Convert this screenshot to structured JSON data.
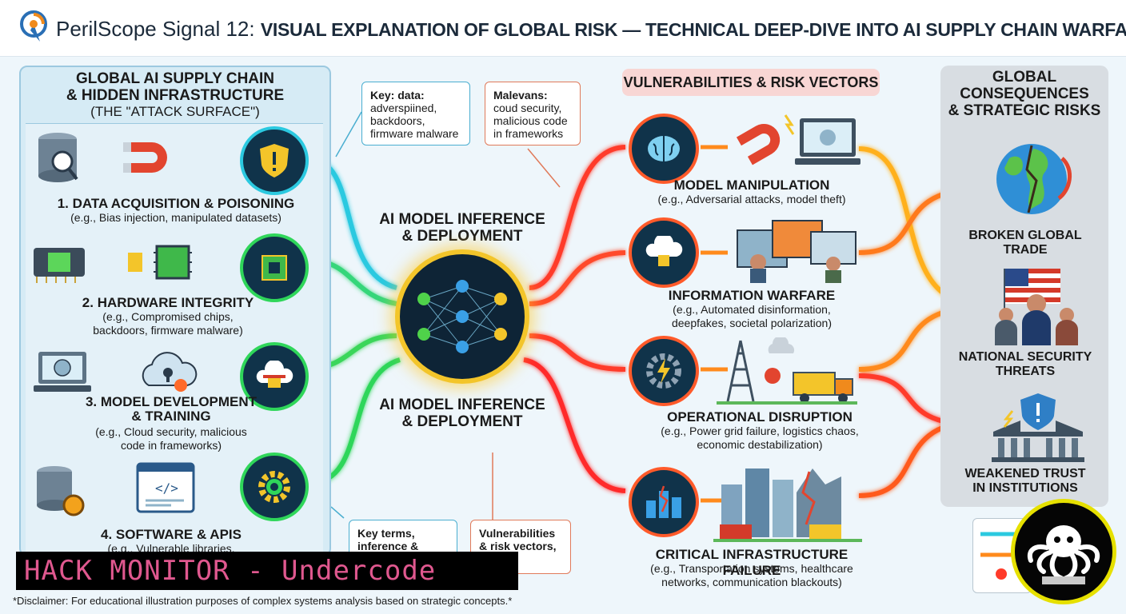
{
  "header": {
    "brand": "PerilScope",
    "title_rest": "Signal 12:",
    "title_bold": "VISUAL EXPLANATION OF GLOBAL RISK — TECHNICAL DEEP-DIVE INTO AI SUPPLY CHAIN WARFARE"
  },
  "left_panel": {
    "heading": "GLOBAL AI SUPPLY CHAIN\n& HIDDEN INFRASTRUCTURE",
    "subheading": "(THE \"ATTACK SURFACE\")",
    "stages": [
      {
        "title": "1. DATA ACQUISITION & POISONING",
        "example": "(e.g., Bias injection, manipulated datasets)"
      },
      {
        "title": "2. HARDWARE INTEGRITY",
        "example": "(e.g., Compromised chips,\nbackdoors, firmware malware)"
      },
      {
        "title": "3. MODEL DEVELOPMENT\n& TRAINING",
        "example": "(e.g., Cloud security, malicious\ncode in frameworks)"
      },
      {
        "title": "4. SOFTWARE & APIS",
        "example": "(e.g., Vulnerable libraries,"
      }
    ]
  },
  "callouts": {
    "key_data": {
      "title": "Key: data:",
      "body": "adverspiined,\nbackdoors,\nfirmware malware"
    },
    "malevans": {
      "title": "Malevans:",
      "body": "coud security,\nmalicious code\nin frameworks"
    },
    "key_terms": {
      "title": "Key terms,",
      "body": "inference &"
    },
    "vuln": {
      "title": "Vulnerabilities",
      "body": "& risk vectors,\names"
    }
  },
  "center": {
    "title_top": "AI MODEL INFERENCE\n& DEPLOYMENT",
    "title_bottom": "AI MODEL INFERENCE\n& DEPLOYMENT"
  },
  "vulnerabilities": {
    "heading": "VULNERABILITIES & RISK VECTORS",
    "items": [
      {
        "title": "MODEL MANIPULATION",
        "example": "(e.g., Adversarial attacks, model theft)"
      },
      {
        "title": "INFORMATION WARFARE",
        "example": "(e.g., Automated disinformation,\ndeepfakes, societal polarization)"
      },
      {
        "title": "OPERATIONAL DISRUPTION",
        "example": "(e.g., Power grid failure, logistics chaos,\neconomic destabilization)"
      },
      {
        "title": "CRITICAL INFRASTRUCTURE FAILURE",
        "example": "(e.g., Transportation systems, healthcare\nnetworks, communication blackouts)"
      }
    ]
  },
  "consequences": {
    "heading": "GLOBAL\nCONSEQUENCES\n& STRATEGIC RISKS",
    "items": [
      {
        "label": "BROKEN GLOBAL\nTRADE"
      },
      {
        "label": "NATIONAL SECURITY\nTHREATS"
      },
      {
        "label": "WEAKENED TRUST\nIN INSTITUTIONS"
      }
    ]
  },
  "banner": "HACK MONITOR - Undercode",
  "disclaimer": "*Disclaimer: For educational illustration purposes of complex systems analysis based on strategic concepts.*",
  "colors": {
    "green": "#2fd65a",
    "cyan": "#2bc9e0",
    "red": "#ff3b2a",
    "orange": "#ff8a1c",
    "yellow": "#f3c52a",
    "banner_text": "#e0588f",
    "left_panel_bg": "#d6ebf5",
    "right_panel_bg": "#d8dde2"
  },
  "icons": [
    "location-pin-icon",
    "database-icon",
    "magnet-icon",
    "shield-warning-icon",
    "chip-icon",
    "cloud-lock-icon",
    "laptop-brain-icon",
    "code-window-icon",
    "gear-icon",
    "neural-network-icon",
    "brain-icon",
    "lightning-gear-icon",
    "globe-icon",
    "flag-people-icon",
    "courthouse-shield-icon",
    "octopus-seal-icon"
  ]
}
